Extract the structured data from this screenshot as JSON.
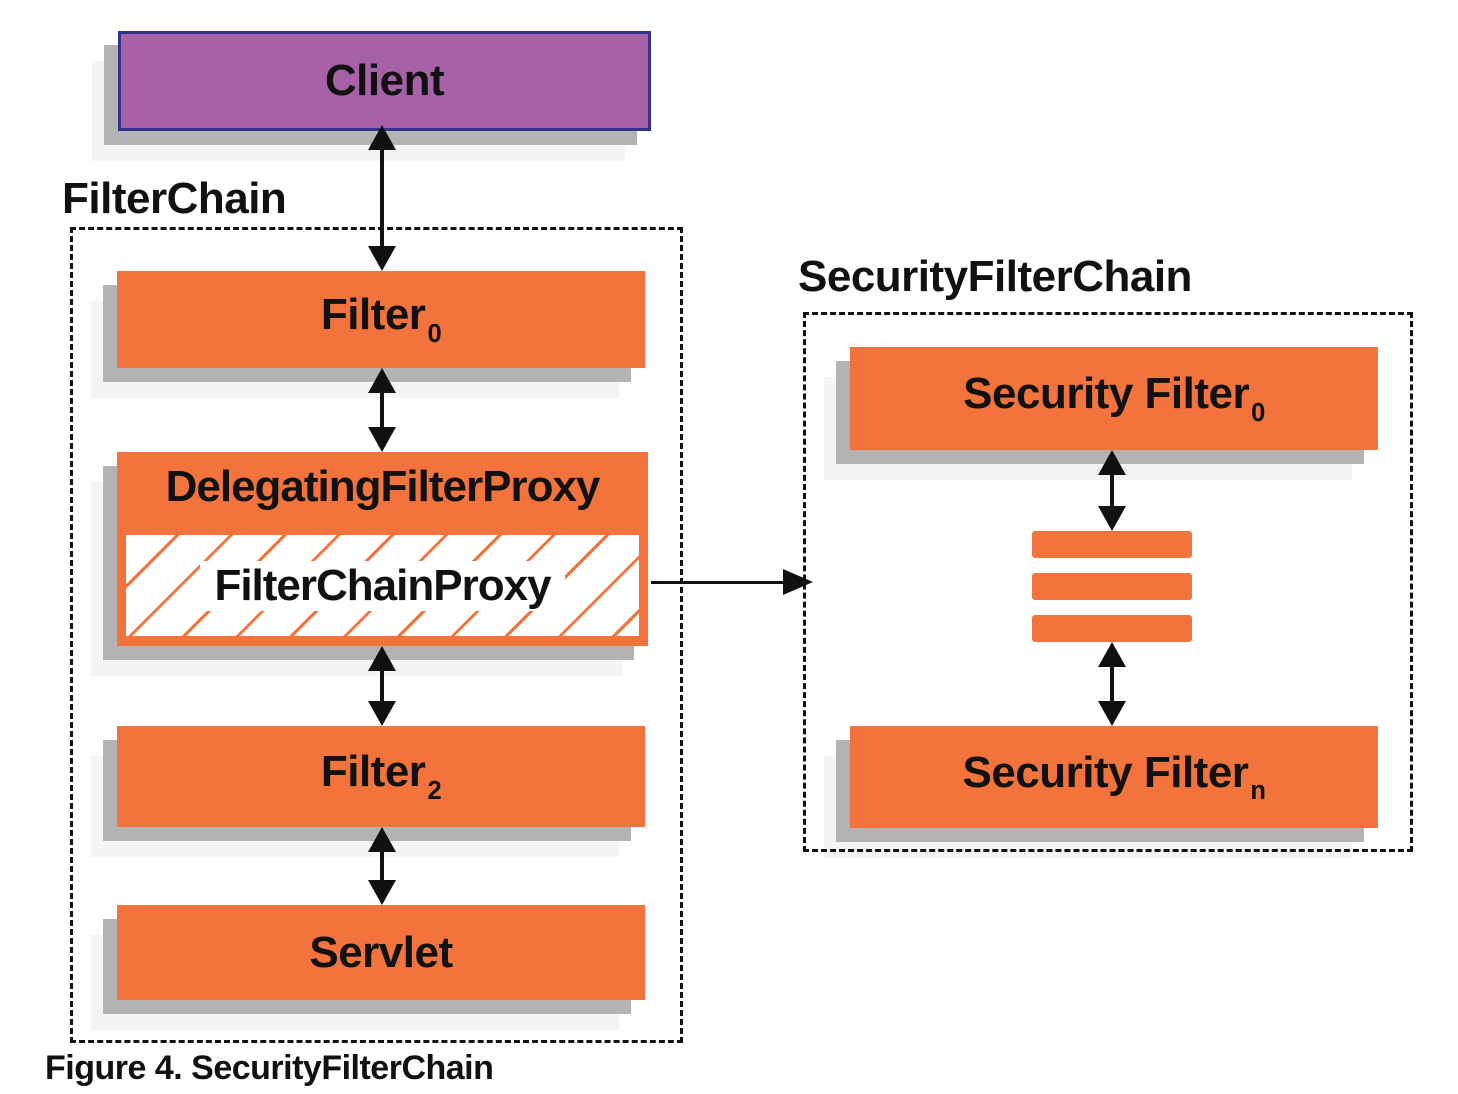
{
  "colors": {
    "orange": "#F2743C",
    "purple": "#A762A7",
    "purple_border": "#32318C",
    "shadow_gray": "#B3B3B3",
    "ink": "#111111"
  },
  "client": {
    "label": "Client"
  },
  "filter_chain": {
    "label": "FilterChain",
    "filter0": {
      "base": "Filter",
      "sub": "0"
    },
    "delegating_filter_proxy": {
      "label": "DelegatingFilterProxy"
    },
    "filter_chain_proxy": {
      "label": "FilterChainProxy"
    },
    "filter2": {
      "base": "Filter",
      "sub": "2"
    },
    "servlet": {
      "label": "Servlet"
    }
  },
  "security_filter_chain": {
    "label": "SecurityFilterChain",
    "filter0": {
      "base": "Security Filter",
      "sub": "0"
    },
    "filtern": {
      "base": "Security Filter",
      "sub": "n"
    }
  },
  "caption": "Figure 4. SecurityFilterChain"
}
